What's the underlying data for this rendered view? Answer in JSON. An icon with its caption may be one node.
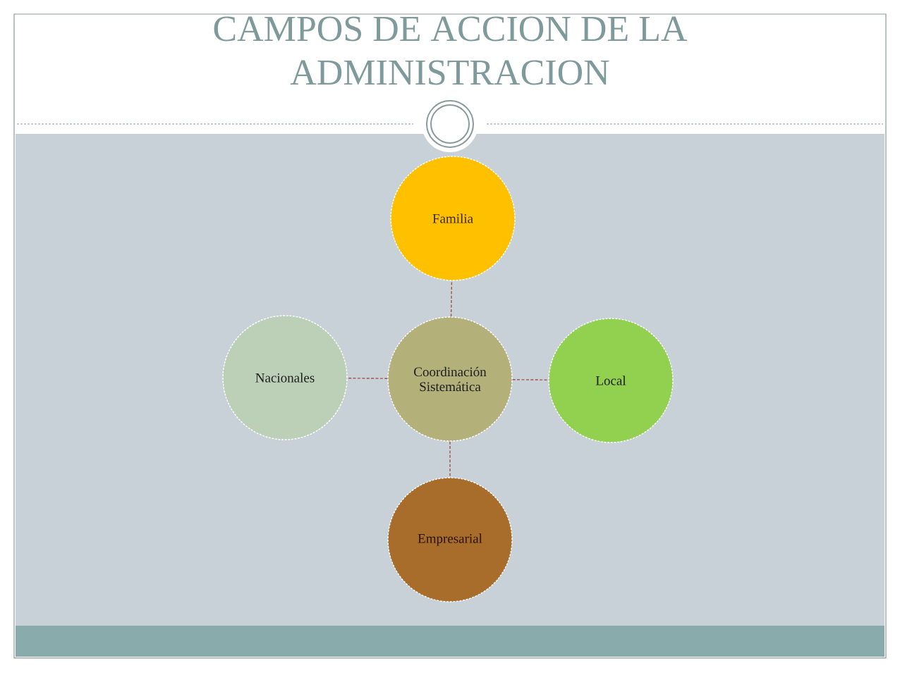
{
  "diagram": {
    "title": "CAMPOS DE ACCION DE LA ADMINISTRACION",
    "nodes": [
      {
        "text": [
          "Familia"
        ]
      },
      {
        "text": [
          "Nacionales"
        ]
      },
      {
        "text": [
          "Coordinación Sistemática"
        ]
      },
      {
        "text": [
          "Local"
        ]
      },
      {
        "text": [
          "Empresarial"
        ]
      }
    ],
    "edges": [
      {
        "from": 2,
        "to": 0,
        "arrow": "none",
        "style": "dashed"
      },
      {
        "from": 2,
        "to": 1,
        "arrow": "none",
        "style": "dashed"
      },
      {
        "from": 2,
        "to": 3,
        "arrow": "none",
        "style": "dashed"
      },
      {
        "from": 2,
        "to": 4,
        "arrow": "none",
        "style": "dashed"
      }
    ]
  }
}
